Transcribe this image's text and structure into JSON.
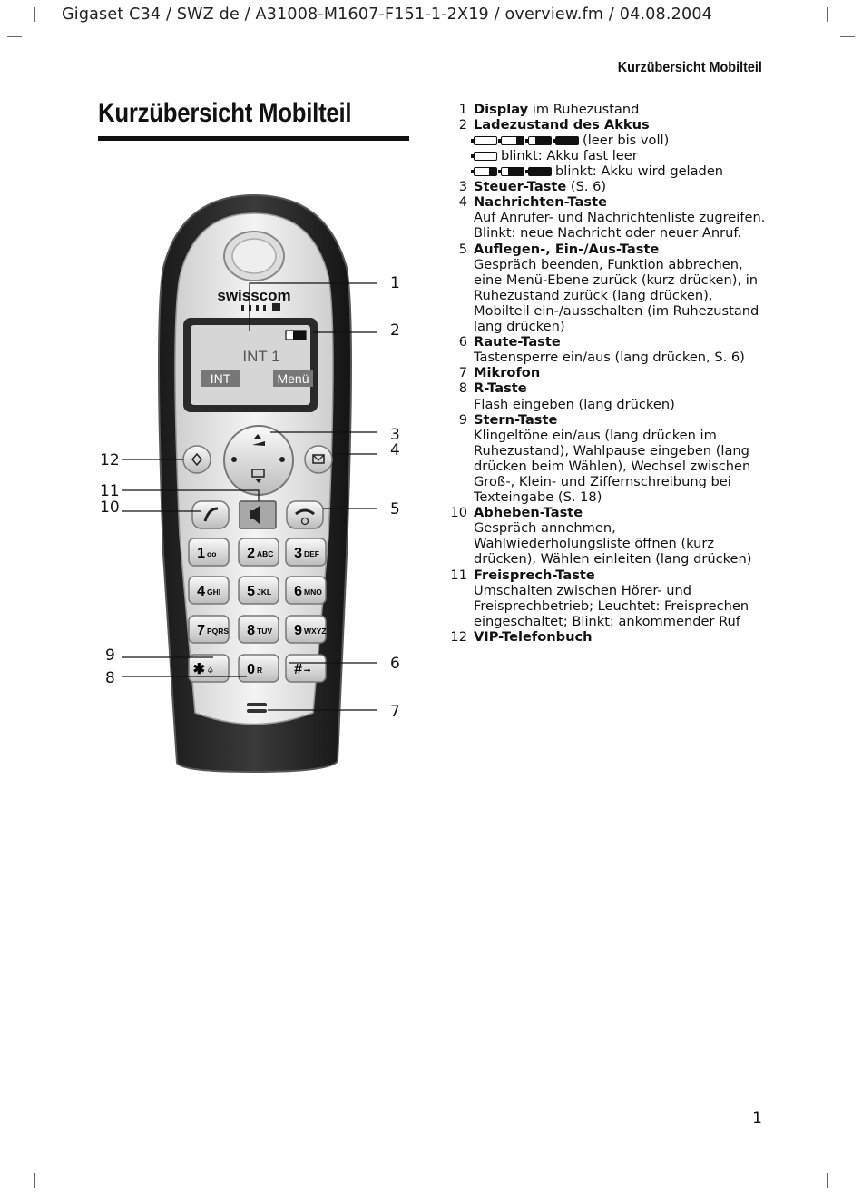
{
  "header": {
    "running_text": "Gigaset C34 / SWZ de / A31008-M1607-F151-1-2X19 / overview.fm / 04.08.2004",
    "section_title": "Kurzübersicht Mobilteil"
  },
  "page": {
    "title": "Kurzübersicht Mobilteil",
    "page_number": "1"
  },
  "phone": {
    "brand": "swisscom",
    "display_text": "INT 1",
    "softkey_left": "INT",
    "softkey_right": "Menü",
    "keys": [
      {
        "digit": "1",
        "sub": "oo"
      },
      {
        "digit": "2",
        "sub": "ABC"
      },
      {
        "digit": "3",
        "sub": "DEF"
      },
      {
        "digit": "4",
        "sub": "GHI"
      },
      {
        "digit": "5",
        "sub": "JKL"
      },
      {
        "digit": "6",
        "sub": "MNO"
      },
      {
        "digit": "7",
        "sub": "PQRS"
      },
      {
        "digit": "8",
        "sub": "TUV"
      },
      {
        "digit": "9",
        "sub": "WXYZ"
      },
      {
        "digit": "✱",
        "sub": "♤"
      },
      {
        "digit": "0",
        "sub": "R"
      },
      {
        "digit": "#",
        "sub": "⊸"
      }
    ],
    "callouts": [
      "1",
      "2",
      "3",
      "4",
      "5",
      "6",
      "7",
      "8",
      "9",
      "10",
      "11",
      "12"
    ]
  },
  "legend": {
    "i1": {
      "num": "1",
      "label": "Display",
      "rest": " im Ruhezustand"
    },
    "i2": {
      "num": "2",
      "label": "Ladezustand des Akkus",
      "batt1": "(leer bis voll)",
      "batt2": "blinkt: Akku fast leer",
      "batt3": "blinkt: Akku wird geladen"
    },
    "i3": {
      "num": "3",
      "label": "Steuer-Taste",
      "rest": " (S. 6)"
    },
    "i4": {
      "num": "4",
      "label": "Nachrichten-Taste",
      "desc": "Auf Anrufer- und Nachrichtenliste zugreifen. Blinkt: neue Nachricht oder neuer Anruf."
    },
    "i5": {
      "num": "5",
      "label": "Auflegen-, Ein-/Aus-Taste",
      "desc": "Gespräch beenden, Funktion abbrechen, eine Menü-Ebene zurück (kurz drücken), in Ruhezustand zurück (lang drücken), Mobilteil ein-/ausschalten (im Ruhezustand lang drücken)"
    },
    "i6": {
      "num": "6",
      "label": "Raute-Taste",
      "desc": "Tastensperre ein/aus (lang drücken, S. 6)"
    },
    "i7": {
      "num": "7",
      "label": "Mikrofon"
    },
    "i8": {
      "num": "8",
      "label": "R-Taste",
      "desc": "Flash eingeben (lang drücken)"
    },
    "i9": {
      "num": "9",
      "label": "Stern-Taste",
      "desc": "Klingeltöne ein/aus (lang drücken im Ruhezustand), Wahlpause eingeben (lang drücken beim Wählen), Wechsel zwischen Groß-, Klein- und Ziffernschreibung bei Texteingabe (S. 18)"
    },
    "i10": {
      "num": "10",
      "label": "Abheben-Taste",
      "desc": "Gespräch annehmen, Wahlwiederholungsliste öffnen (kurz drücken), Wählen einleiten (lang drücken)"
    },
    "i11": {
      "num": "11",
      "label": "Freisprech-Taste",
      "desc": "Umschalten zwischen Hörer- und Freisprechbetrieb; Leuchtet: Freisprechen eingeschaltet; Blinkt: ankommender Ruf"
    },
    "i12": {
      "num": "12",
      "label": "VIP-Telefonbuch"
    }
  }
}
